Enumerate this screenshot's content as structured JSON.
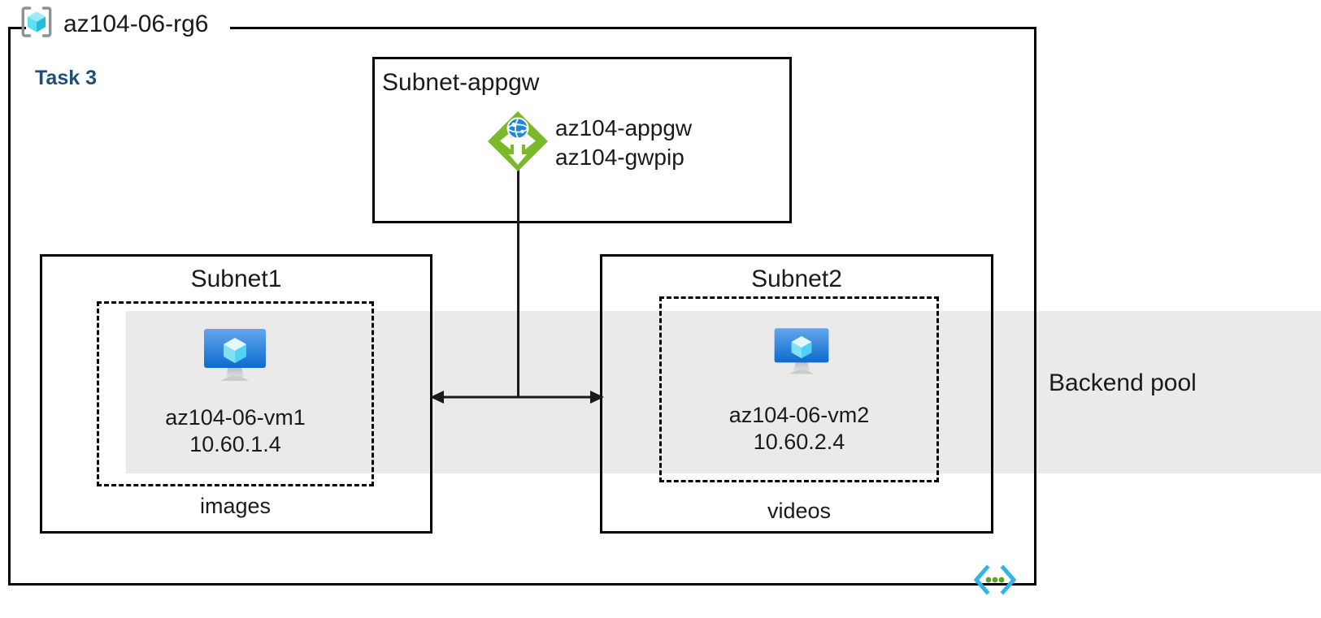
{
  "resource_group": {
    "name": "az104-06-rg6",
    "icon": "resource-group-cube-icon"
  },
  "task": {
    "label": "Task 3",
    "color": "#1f4e79"
  },
  "backend_pool": {
    "label": "Backend pool",
    "band_color": "#eaeaea"
  },
  "gateway_subnet": {
    "title": "Subnet-appgw",
    "resources": {
      "gateway_name": "az104-appgw",
      "public_ip_name": "az104-gwpip"
    },
    "icon": "application-gateway-icon",
    "icon_color": "#7AB929"
  },
  "subnets": [
    {
      "title": "Subnet1",
      "vm_name": "az104-06-vm1",
      "vm_ip": "10.60.1.4",
      "storage_label": "images",
      "icon": "virtual-machine-icon"
    },
    {
      "title": "Subnet2",
      "vm_name": "az104-06-vm2",
      "vm_ip": "10.60.2.4",
      "storage_label": "videos",
      "icon": "virtual-machine-icon"
    }
  ],
  "vnet_badge": {
    "icon": "virtual-network-icon",
    "bracket_color": "#31B4E8",
    "dot_color": "#5FA226"
  }
}
